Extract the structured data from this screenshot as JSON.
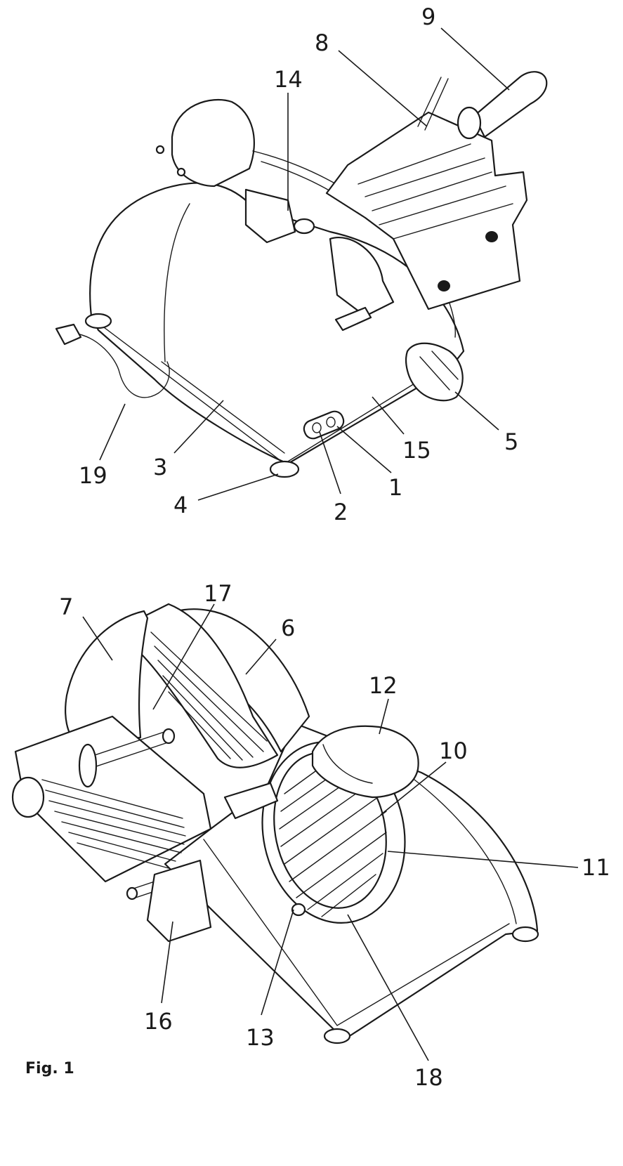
{
  "figure": {
    "caption": "Fig. 1",
    "callouts_top": [
      "9",
      "8",
      "14",
      "5",
      "15",
      "1",
      "2",
      "4",
      "3",
      "19"
    ],
    "callouts_bottom": [
      "7",
      "17",
      "6",
      "12",
      "10",
      "11",
      "16",
      "13",
      "18"
    ]
  },
  "colors": {
    "ink": "#1a1a1a",
    "paper": "#ffffff"
  }
}
